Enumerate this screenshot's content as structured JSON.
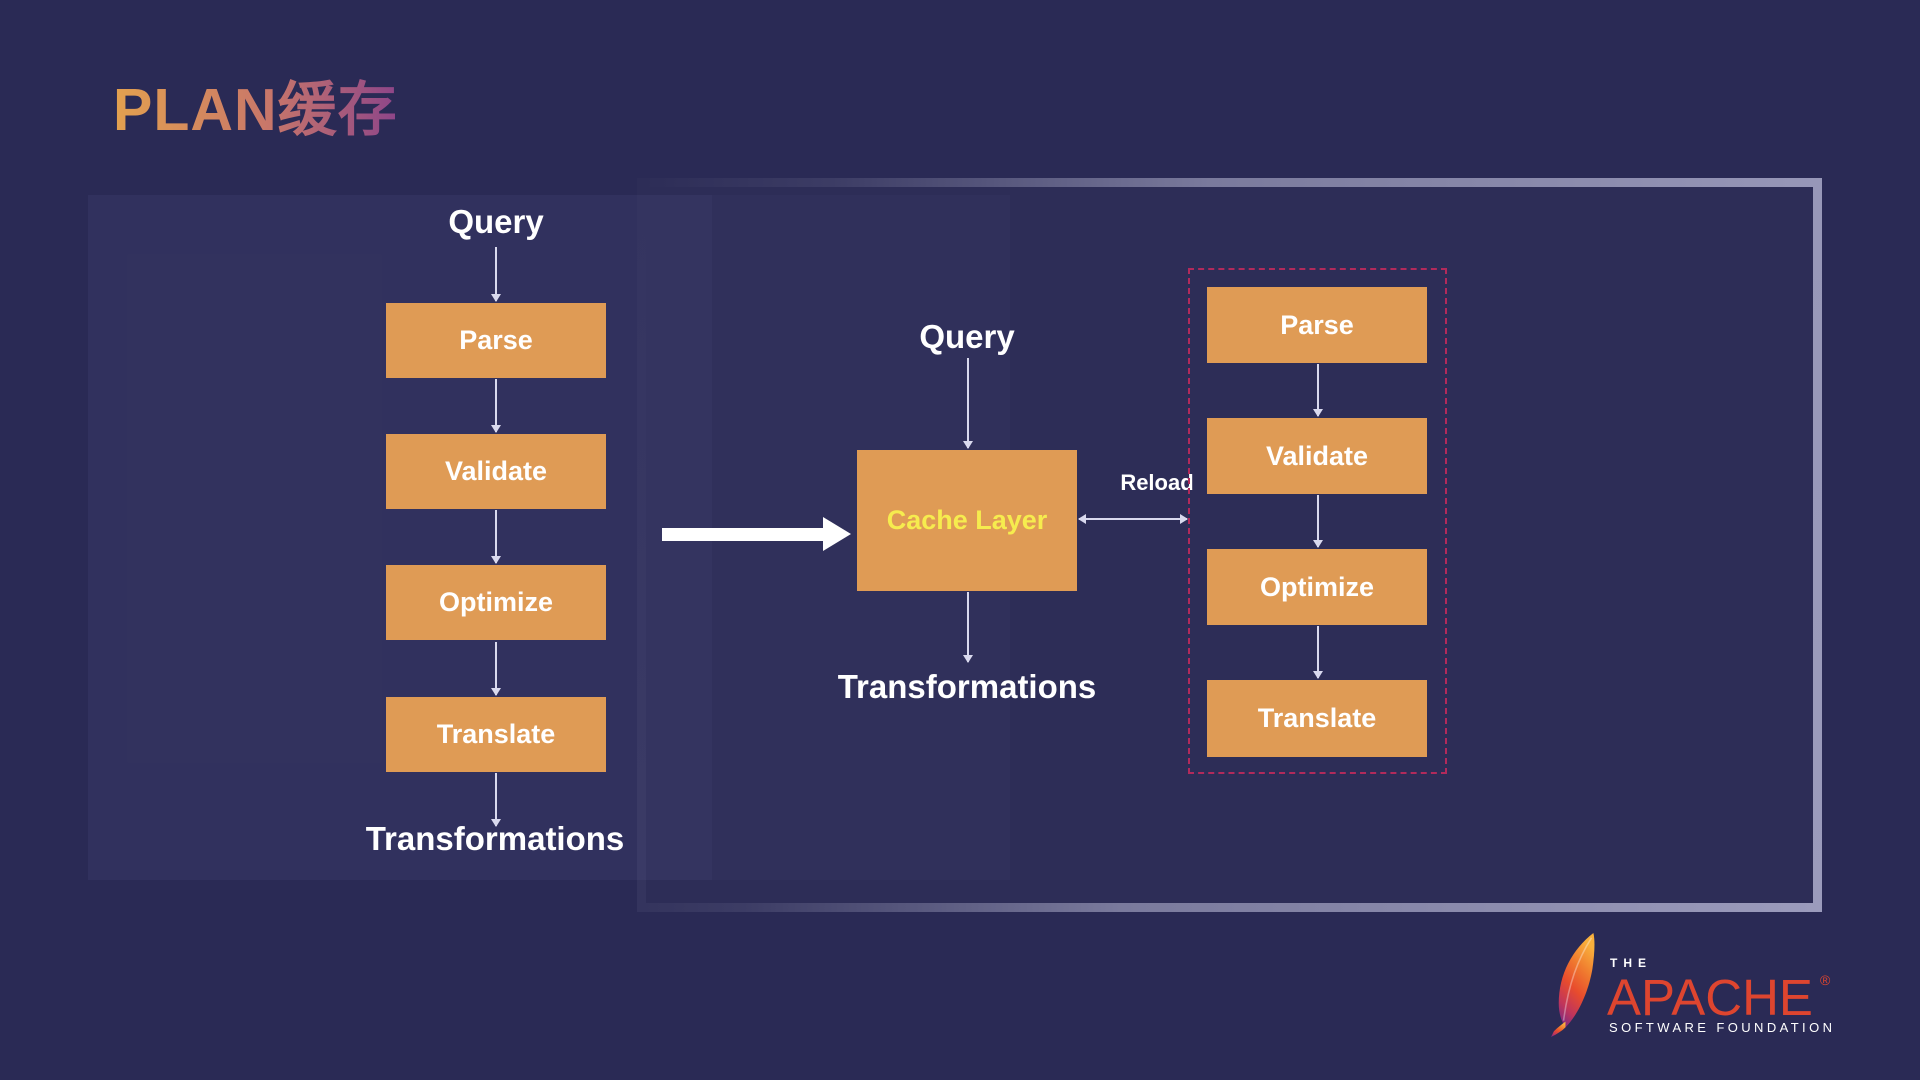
{
  "title": "PLAN缓存",
  "left_flow": {
    "input_label": "Query",
    "steps": [
      "Parse",
      "Validate",
      "Optimize",
      "Translate"
    ],
    "output_label": "Transformations"
  },
  "cache_flow": {
    "input_label": "Query",
    "cache_label": "Cache Layer",
    "reload_label": "Reload",
    "output_label": "Transformations"
  },
  "right_flow": {
    "steps": [
      "Parse",
      "Validate",
      "Optimize",
      "Translate"
    ]
  },
  "logo": {
    "the": "THE",
    "name": "APACHE",
    "registered": "®",
    "subtitle": "SOFTWARE FOUNDATION"
  },
  "colors": {
    "background": "#2A2A55",
    "box_orange": "#DF9B55",
    "cache_text_yellow": "#F6EC4E",
    "dashed_pink": "#B12A5B",
    "frame_border": "#9B9BBC",
    "line_color": "#D9D9EE",
    "apache_red": "#DE452F",
    "title_gradient_start": "#E3A14F",
    "title_gradient_end": "#8D4589"
  }
}
